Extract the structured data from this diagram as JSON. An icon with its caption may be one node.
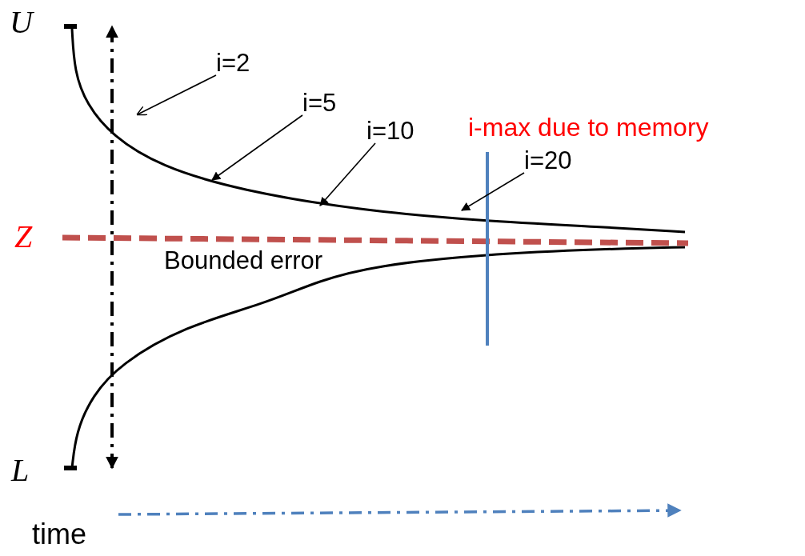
{
  "diagram": {
    "nodes": [
      {
        "text": [
          "i=2"
        ]
      },
      {
        "text": [
          "i=5"
        ]
      },
      {
        "text": [
          "i=10"
        ]
      },
      {
        "text": [
          "i=20"
        ]
      }
    ],
    "edges": [
      {
        "from": 0,
        "to": null,
        "arrow": "to"
      },
      {
        "from": 1,
        "to": null,
        "arrow": "to"
      },
      {
        "from": 2,
        "to": null,
        "arrow": "to"
      },
      {
        "from": 3,
        "to": null,
        "arrow": "to"
      }
    ],
    "labels": [
      "U",
      "i-max due to memory",
      "Z",
      "Bounded error",
      "L",
      "time"
    ]
  }
}
